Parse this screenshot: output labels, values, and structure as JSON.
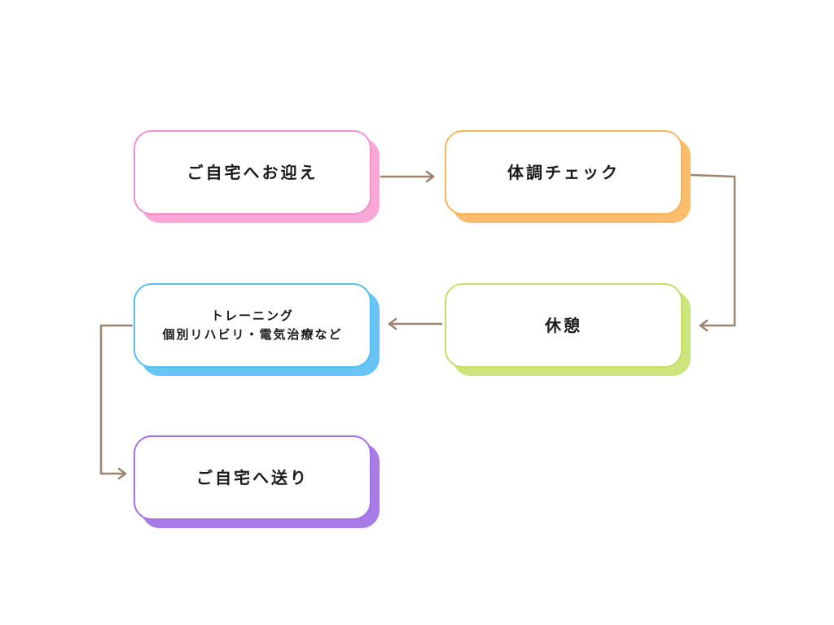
{
  "flow": {
    "steps": [
      {
        "lines": [
          "ご自宅へお迎え"
        ],
        "color": "#f48fcf"
      },
      {
        "lines": [
          "体調チェック"
        ],
        "color": "#f7b45c"
      },
      {
        "lines": [
          "休憩"
        ],
        "color": "#c4de6c"
      },
      {
        "lines": [
          "トレーニング",
          "個別リハビリ・電気治療など"
        ],
        "color": "#55bff2"
      },
      {
        "lines": [
          "ご自宅へ送り"
        ],
        "color": "#a66ee8"
      }
    ],
    "connector_color": "#9c8470"
  }
}
